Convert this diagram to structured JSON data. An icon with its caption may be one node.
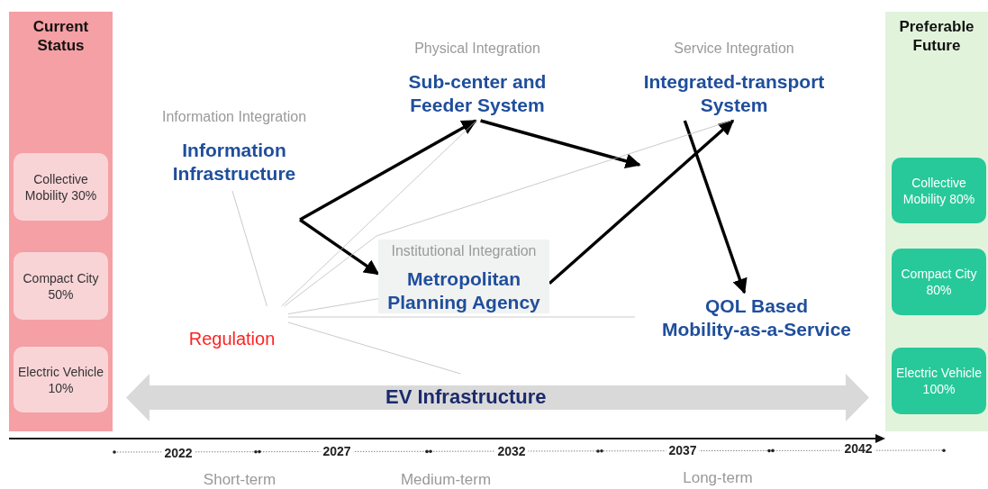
{
  "diagram": {
    "nodes": [
      {
        "text": [
          "Current Status"
        ]
      },
      {
        "text": [
          "Collective Mobility 30%"
        ],
        "in": 0
      },
      {
        "text": [
          "Compact City 50%"
        ],
        "in": 0
      },
      {
        "text": [
          "Electric Vehicle 10%"
        ],
        "in": 0
      },
      {
        "text": [
          "Preferable Future"
        ]
      },
      {
        "text": [
          "Collective Mobility 80%"
        ],
        "in": 4
      },
      {
        "text": [
          "Compact City 80%"
        ],
        "in": 4
      },
      {
        "text": [
          "Electric Vehicle 100%"
        ],
        "in": 4
      },
      {
        "text": [
          "Information Integration",
          "Information Infrastructure"
        ]
      },
      {
        "text": [
          "Physical Integration",
          "Sub-center and Feeder System"
        ]
      },
      {
        "text": [
          "Service Integration",
          "Integrated-transport System"
        ]
      },
      {
        "text": [
          "Institutional Integration",
          "Metropolitan Planning Agency"
        ]
      },
      {
        "text": [
          "QOL Based Mobility-as-a-Service"
        ]
      },
      {
        "text": [
          "Regulation"
        ]
      },
      {
        "text": [
          "EV Infrastructure"
        ]
      }
    ],
    "edges": [
      {
        "from": null,
        "to": 9,
        "arrow": "to",
        "style": "thick",
        "color": "#000000"
      },
      {
        "from": null,
        "to": 11,
        "arrow": "to",
        "style": "thick",
        "color": "#000000"
      },
      {
        "from": 9,
        "to": null,
        "arrow": "to",
        "style": "thick",
        "color": "#000000"
      },
      {
        "from": 11,
        "to": 10,
        "arrow": "to",
        "style": "thick",
        "color": "#000000"
      },
      {
        "from": 10,
        "to": 12,
        "arrow": "to",
        "style": "thick",
        "color": "#000000"
      },
      {
        "from": 13,
        "to": 8,
        "arrow": "none"
      },
      {
        "from": 13,
        "to": 9,
        "arrow": "none"
      },
      {
        "from": 13,
        "to": 10,
        "arrow": "none"
      },
      {
        "from": 13,
        "to": 11,
        "arrow": "none"
      },
      {
        "from": 13,
        "to": 12,
        "arrow": "none"
      },
      {
        "from": 13,
        "to": 14,
        "arrow": "none"
      }
    ],
    "labels": [
      "2022",
      "2027",
      "2032",
      "2037",
      "2042",
      "Short-term",
      "Medium-term",
      "Long-term"
    ]
  }
}
